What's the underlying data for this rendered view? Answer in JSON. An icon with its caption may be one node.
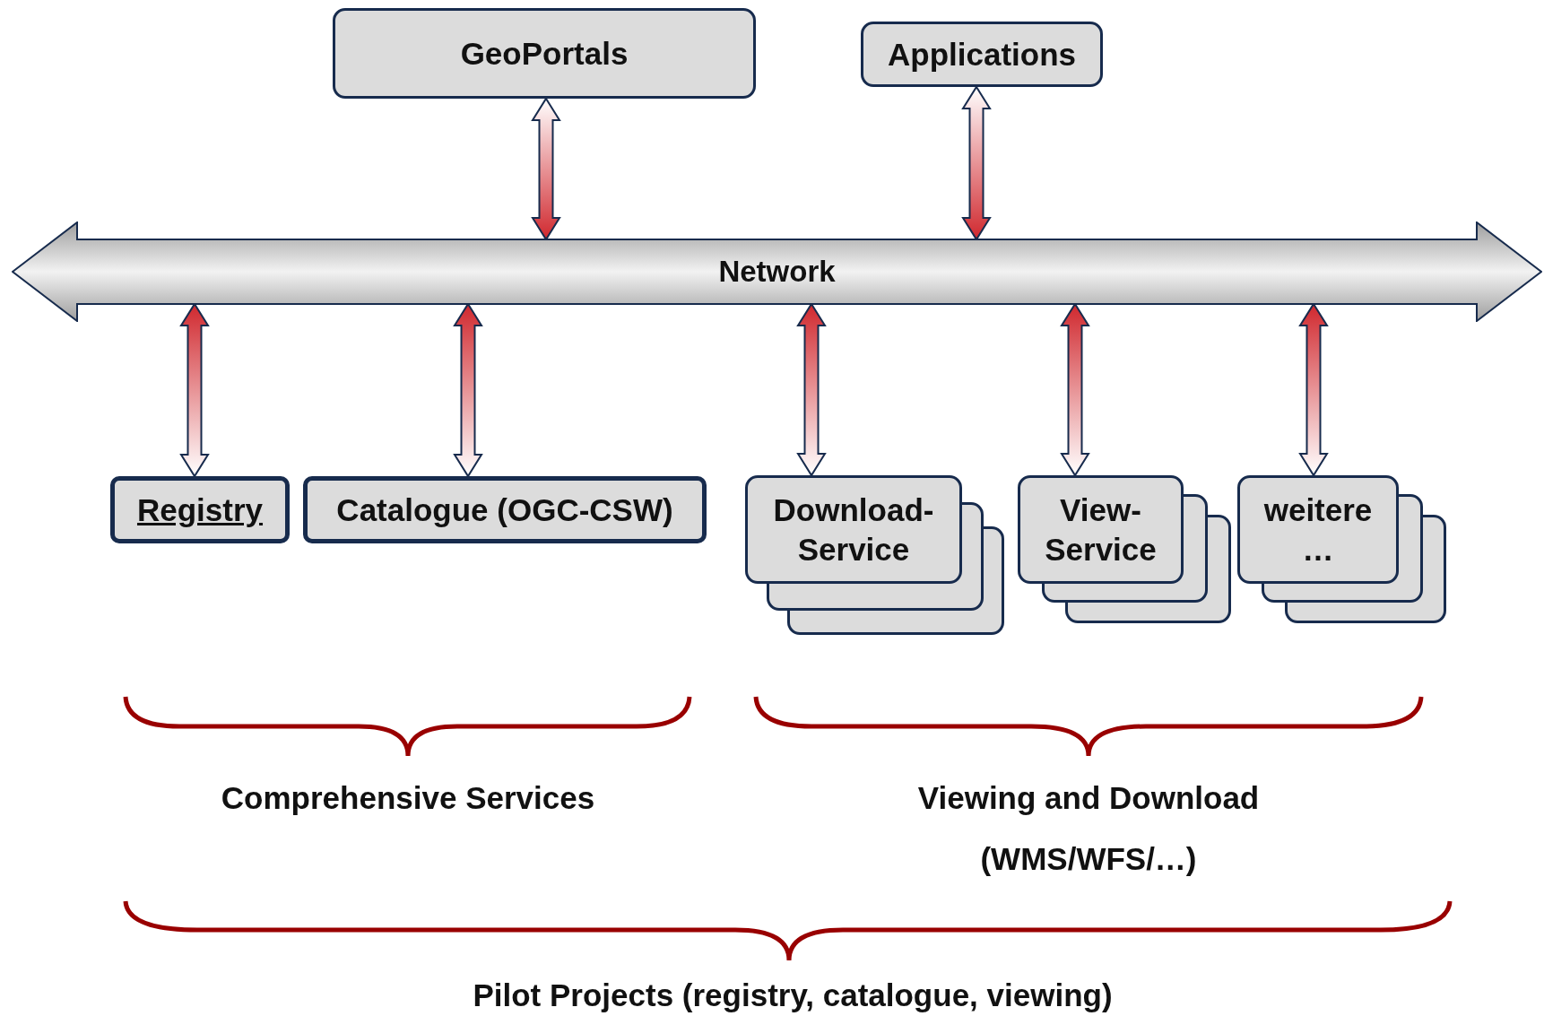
{
  "diagram": {
    "nodes": [
      {
        "text": [
          "GeoPortals"
        ]
      },
      {
        "text": [
          "Applications"
        ]
      },
      {
        "text": [
          "Network"
        ]
      },
      {
        "text": [
          "Registry"
        ]
      },
      {
        "text": [
          "Catalogue (OGC-CSW)"
        ]
      },
      {
        "text": [
          "Download- Service"
        ]
      },
      {
        "text": [
          "View- Service"
        ]
      },
      {
        "text": [
          "weitere …"
        ]
      }
    ],
    "edges": [
      {
        "from": 0,
        "to": 2,
        "arrow": "both"
      },
      {
        "from": 1,
        "to": 2,
        "arrow": "both"
      },
      {
        "from": 2,
        "to": 3,
        "arrow": "both"
      },
      {
        "from": 2,
        "to": 4,
        "arrow": "both"
      },
      {
        "from": 2,
        "to": 5,
        "arrow": "both"
      },
      {
        "from": 2,
        "to": 6,
        "arrow": "both"
      },
      {
        "from": 2,
        "to": 7,
        "arrow": "both"
      }
    ],
    "labels": [
      "Comprehensive Services",
      "Viewing and Download (WMS/WFS/…)",
      "Pilot Projects (registry, catalogue, viewing)"
    ]
  }
}
